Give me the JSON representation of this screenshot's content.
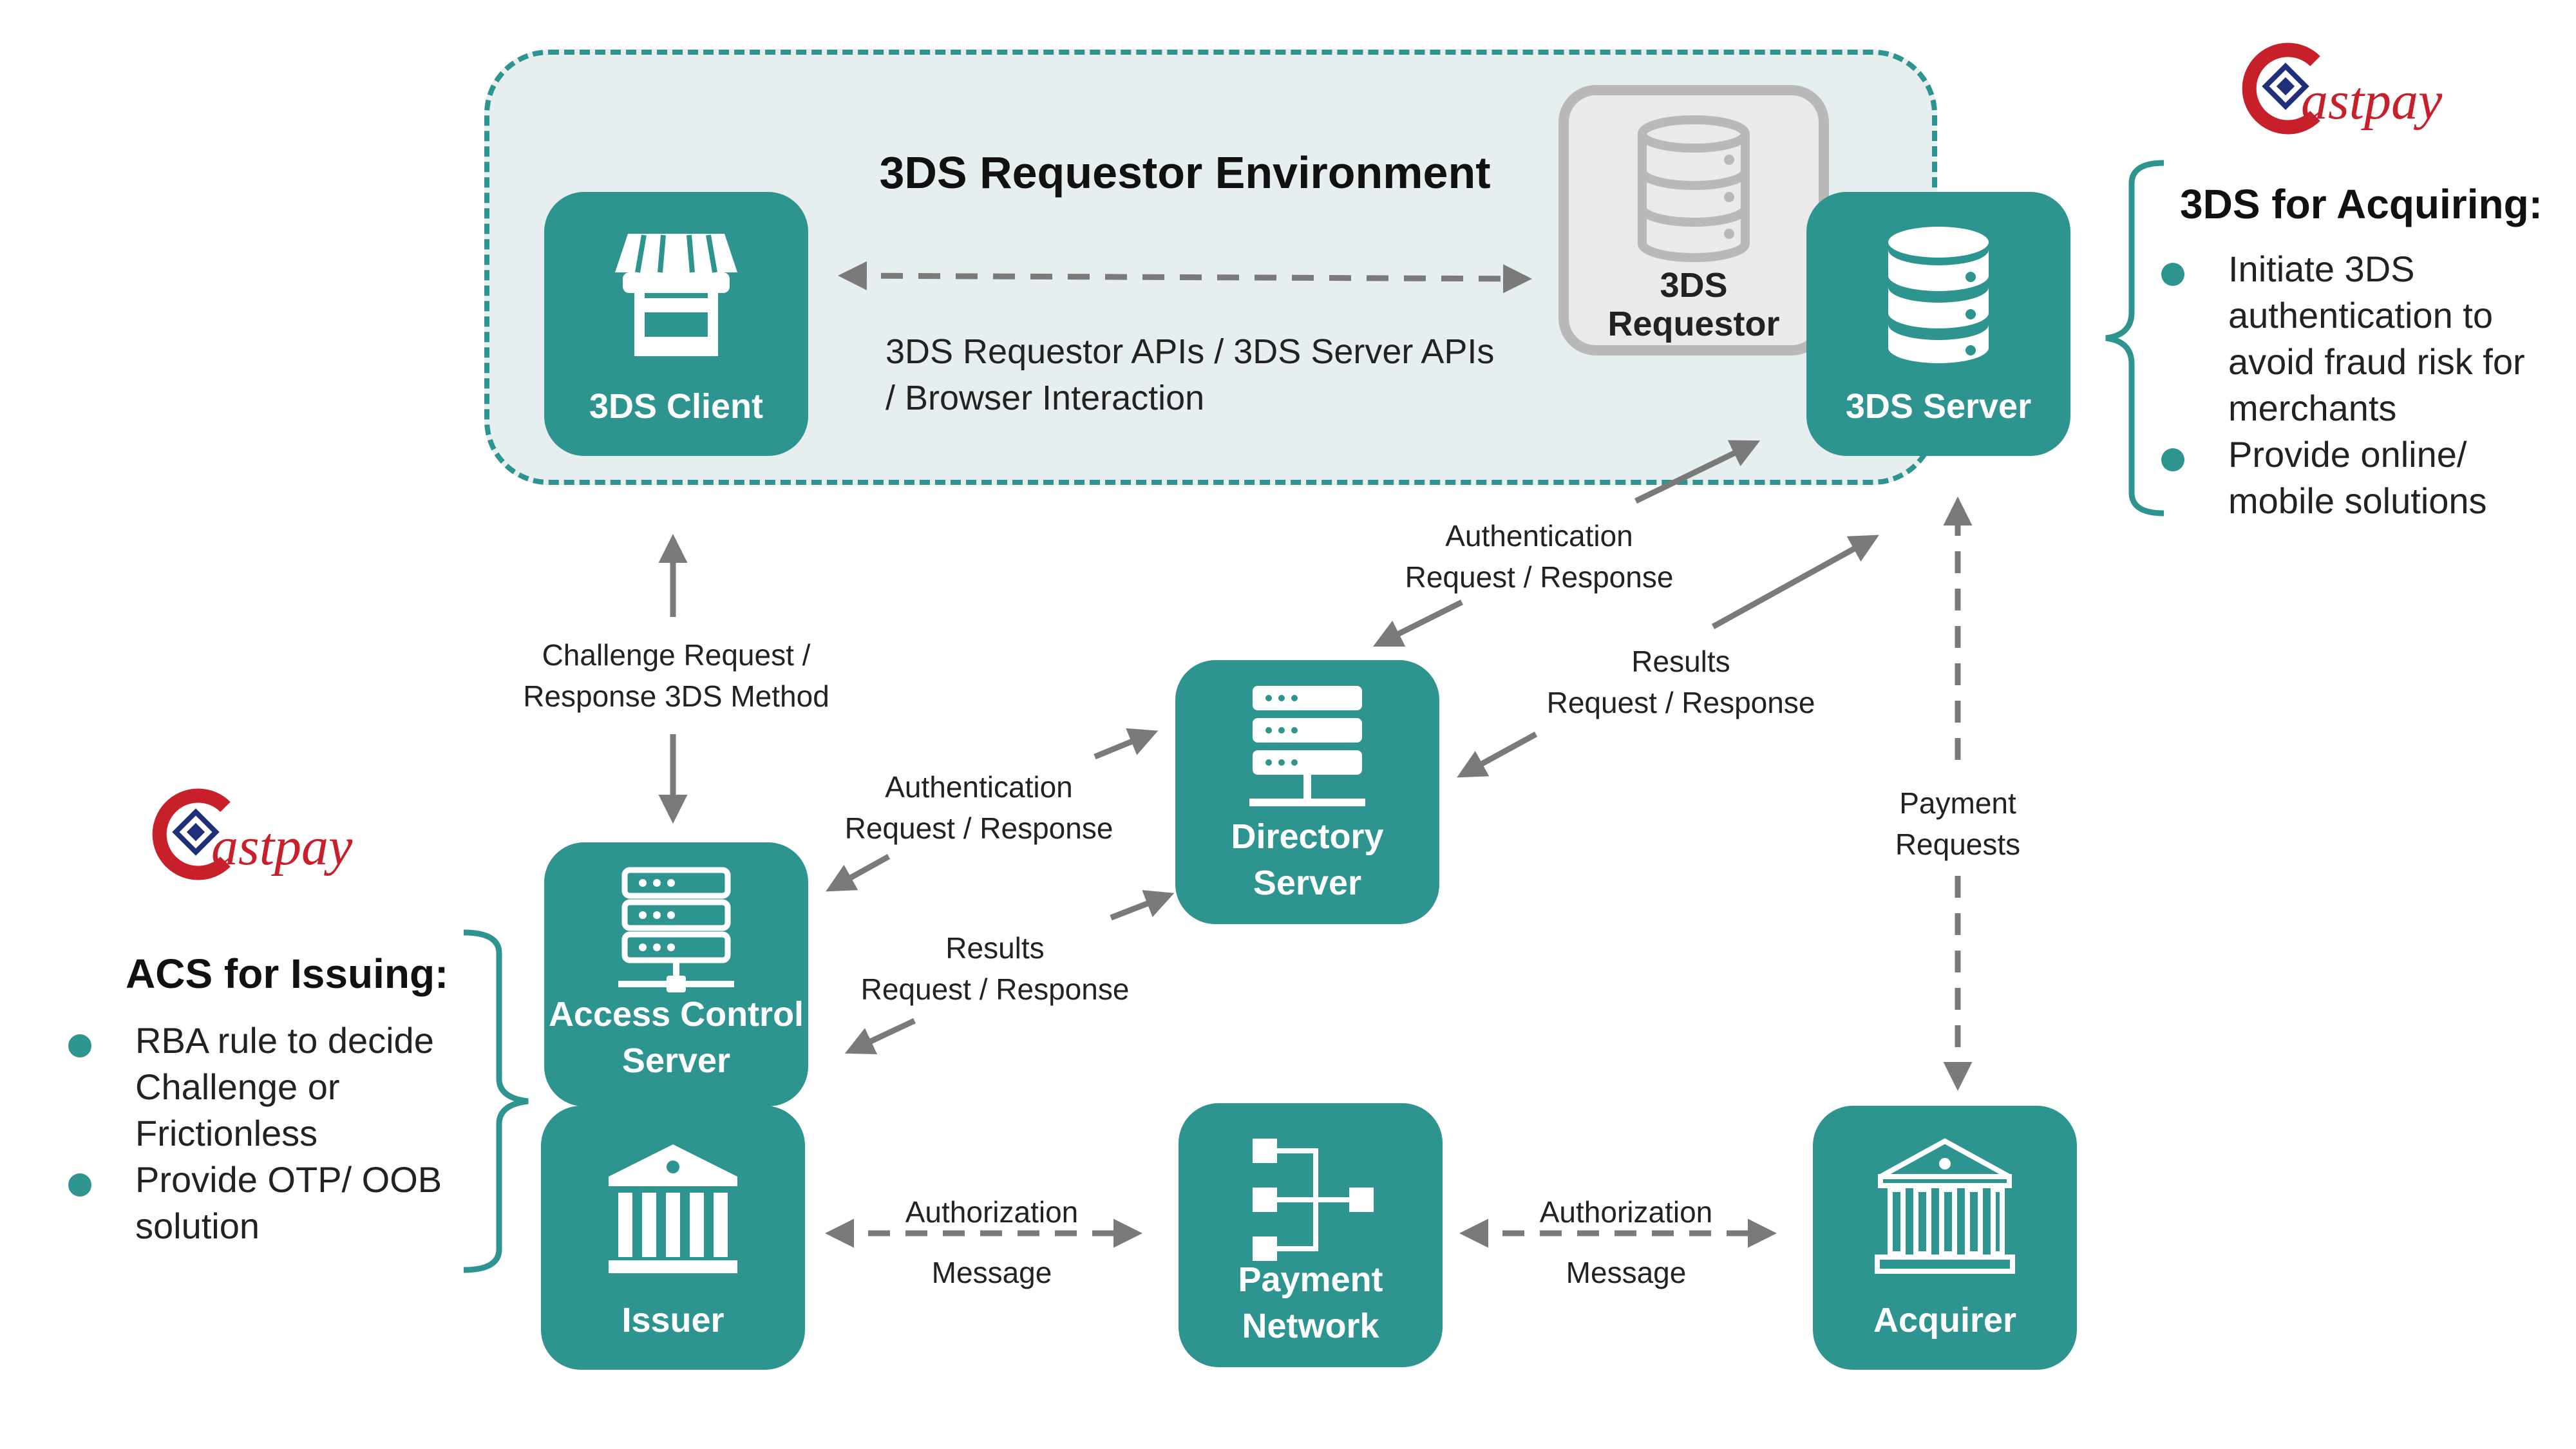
{
  "environment": {
    "title": "3DS Requestor Environment"
  },
  "nodes": {
    "client": "3DS Client",
    "requestor": [
      "3DS",
      "Requestor"
    ],
    "server": "3DS Server",
    "directory": [
      "Directory",
      "Server"
    ],
    "acs": [
      "Access Control",
      "Server"
    ],
    "issuer": "Issuer",
    "payment_network": [
      "Payment",
      "Network"
    ],
    "acquirer": "Acquirer"
  },
  "edges": {
    "requestor_apis": [
      "3DS Requestor APIs / 3DS Server APIs",
      "/ Browser Interaction"
    ],
    "challenge": [
      "Challenge Request /",
      "Response 3DS Method"
    ],
    "auth_top": [
      "Authentication",
      "Request / Response"
    ],
    "results_top": [
      "Results",
      "Request / Response"
    ],
    "auth_left": [
      "Authentication",
      "Request / Response"
    ],
    "results_left": [
      "Results",
      "Request / Response"
    ],
    "payment_requests": [
      "Payment",
      "Requests"
    ],
    "authorization_left": [
      "Authorization",
      "Message"
    ],
    "authorization_right": [
      "Authorization",
      "Message"
    ]
  },
  "acquiring_panel": {
    "title": "3DS for Acquiring:",
    "bullets": [
      [
        "Initiate 3DS",
        "authentication to",
        "avoid fraud risk for",
        "merchants"
      ],
      [
        "Provide online/",
        "mobile solutions"
      ]
    ]
  },
  "issuing_panel": {
    "title": "ACS for Issuing:",
    "bullets": [
      [
        "RBA rule to decide",
        "Challenge or",
        "Frictionless"
      ],
      [
        "Provide OTP/ OOB",
        "solution"
      ]
    ]
  },
  "logo": {
    "text": "astpay",
    "color": "#c8202a"
  },
  "colors": {
    "teal": "#2e948f",
    "arrow": "#7a7a7a",
    "env_bg": "#e7eeef"
  }
}
